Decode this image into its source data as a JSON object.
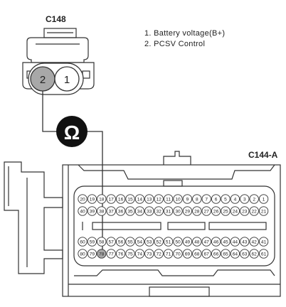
{
  "connector_top": {
    "name": "C148",
    "pins": [
      {
        "number": "2",
        "highlighted": true
      },
      {
        "number": "1",
        "highlighted": false
      }
    ]
  },
  "legend": [
    "1. Battery voltage(B+)",
    "2. PCSV Control"
  ],
  "meter_symbol": "Ω",
  "connector_main": {
    "name": "C144-A",
    "rows": [
      [
        "20",
        "19",
        "18",
        "17",
        "16",
        "15",
        "14",
        "13",
        "12",
        "11",
        "10",
        "9",
        "8",
        "7",
        "6",
        "5",
        "4",
        "3",
        "2",
        "1"
      ],
      [
        "40",
        "39",
        "38",
        "37",
        "36",
        "35",
        "34",
        "33",
        "32",
        "31",
        "30",
        "29",
        "28",
        "27",
        "26",
        "25",
        "24",
        "23",
        "22",
        "21"
      ],
      [
        "60",
        "59",
        "58",
        "57",
        "56",
        "55",
        "54",
        "53",
        "52",
        "51",
        "50",
        "49",
        "48",
        "47",
        "46",
        "45",
        "44",
        "43",
        "42",
        "41"
      ],
      [
        "80",
        "79",
        "78",
        "77",
        "76",
        "75",
        "74",
        "73",
        "72",
        "71",
        "70",
        "69",
        "68",
        "67",
        "66",
        "65",
        "64",
        "63",
        "62",
        "61"
      ]
    ],
    "probe_pin": "78"
  },
  "colors": {
    "outline": "#333333",
    "highlight_pin": "#a8a8a8",
    "meter_fill": "#111111"
  }
}
